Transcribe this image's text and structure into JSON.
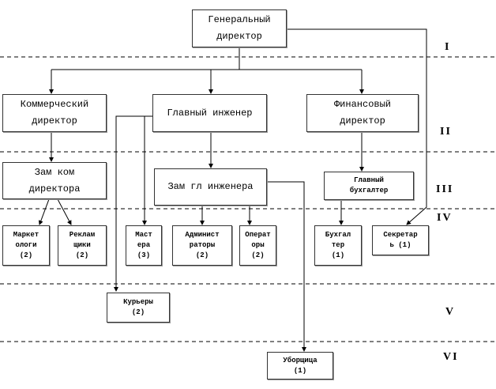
{
  "boxes": {
    "ceo": "Генеральный\nдиректор",
    "commercial": "Коммерческий\nдиректор",
    "chief_engineer": "Главный инженер",
    "financial": "Финансовый\nдиректор",
    "deputy_commercial": "Зам ком\nдиректора",
    "deputy_engineer": "Зам гл инженера",
    "chief_accountant": "Главный\nбухгалтер",
    "marketers": "Маркет\nологи\n(2)",
    "advertisers": "Реклам\nщики\n(2)",
    "masters": "Маст\nера\n(3)",
    "administrators": "Админист\nраторы\n(2)",
    "operators": "Операт\nоры\n(2)",
    "accountant": "Бухгал\nтер\n(1)",
    "secretary": "Секретар\nь  (1)",
    "couriers": "Курьеры\n(2)",
    "cleaner": "Уборщица\n(1)"
  },
  "levels": [
    "I",
    "II",
    "III",
    "IV",
    "V",
    "VI"
  ]
}
